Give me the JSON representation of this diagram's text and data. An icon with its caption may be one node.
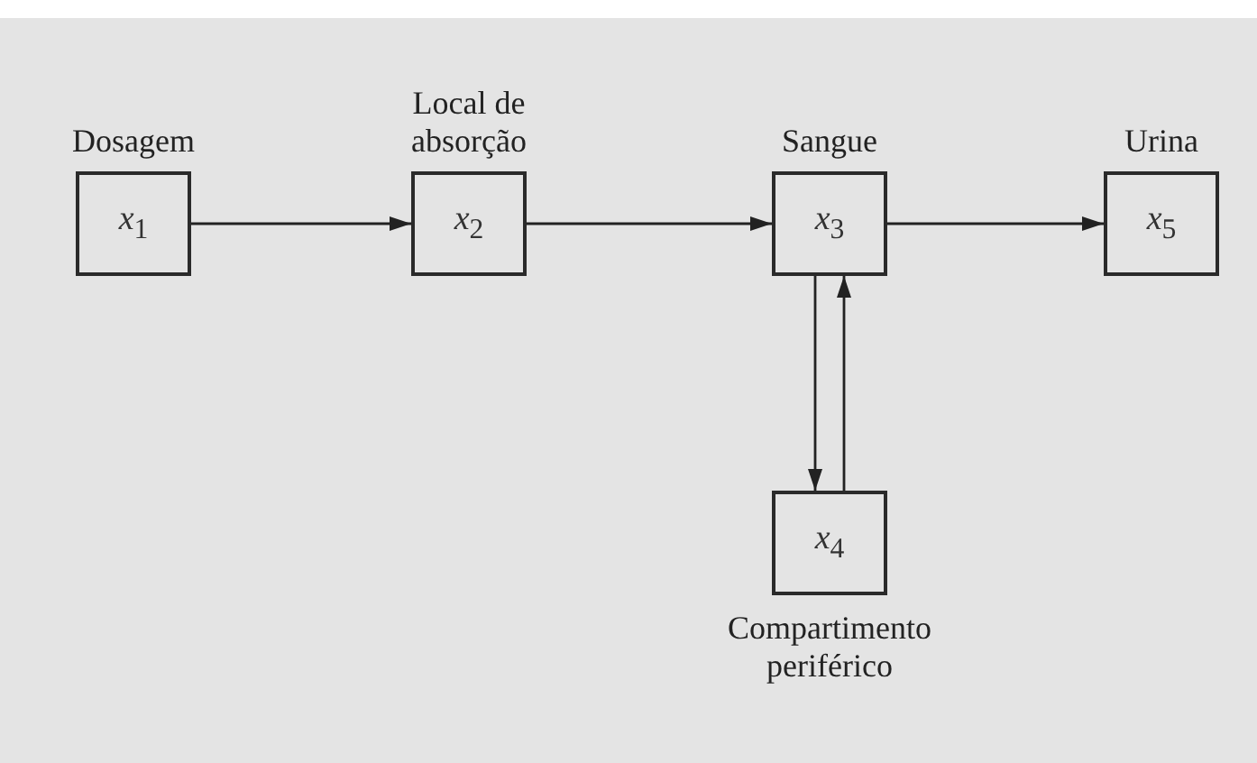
{
  "diagram": {
    "nodes": [
      {
        "text": [
          "Dosagem",
          "*x*$_{1}$"
        ]
      },
      {
        "text": [
          "Local de absorção",
          "*x*$_{2}$"
        ]
      },
      {
        "text": [
          "Sangue",
          "*x*$_{3}$"
        ]
      },
      {
        "text": [
          "Urina",
          "*x*$_{5}$"
        ]
      },
      {
        "text": [
          "*x*$_{4}$",
          "Compartimento periférico"
        ]
      }
    ],
    "edges": [
      {
        "from": 0,
        "to": 1,
        "arrow": "to"
      },
      {
        "from": 1,
        "to": 2,
        "arrow": "to"
      },
      {
        "from": 2,
        "to": 3,
        "arrow": "to"
      },
      {
        "from": 2,
        "to": 4,
        "arrow": "to"
      },
      {
        "from": 4,
        "to": 2,
        "arrow": "to"
      }
    ]
  }
}
